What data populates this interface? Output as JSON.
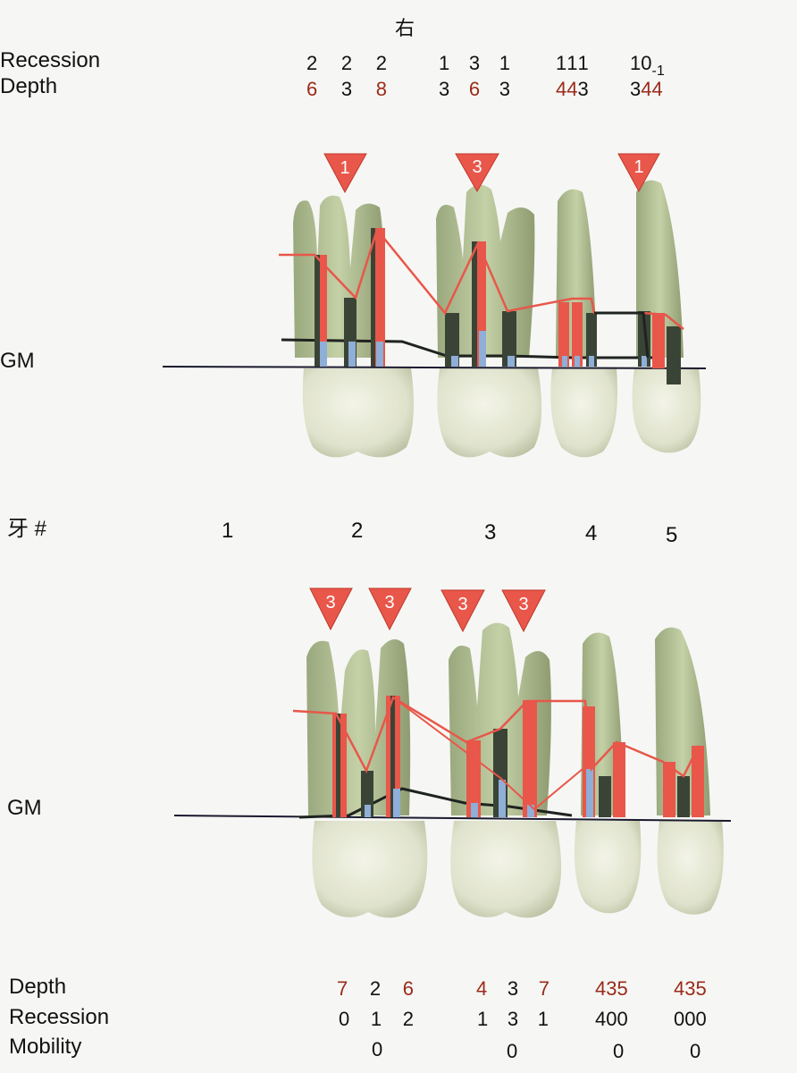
{
  "side_label": "右",
  "upper": {
    "row_labels": {
      "recession": "Recession",
      "depth": "Depth"
    },
    "recession": [
      {
        "vals": [
          "2",
          "2",
          "2"
        ]
      },
      {
        "vals": [
          "1",
          "3",
          "1"
        ]
      },
      {
        "vals": [
          "1",
          "1",
          "1"
        ]
      },
      {
        "vals": [
          "1",
          "0",
          "-1"
        ]
      }
    ],
    "depth": [
      {
        "vals": [
          "6",
          "3",
          "8"
        ],
        "red": [
          true,
          false,
          true
        ]
      },
      {
        "vals": [
          "3",
          "6",
          "3"
        ],
        "red": [
          false,
          true,
          false
        ]
      },
      {
        "vals": [
          "4",
          "4",
          "3"
        ],
        "red": [
          true,
          true,
          false
        ]
      },
      {
        "vals": [
          "3",
          "4",
          "4"
        ],
        "red": [
          false,
          true,
          true
        ]
      }
    ],
    "gm_label": "GM",
    "markers": [
      "1",
      "3",
      "1"
    ]
  },
  "tooth_row": {
    "label": "牙 #",
    "numbers": [
      "1",
      "2",
      "3",
      "4",
      "5"
    ]
  },
  "lower": {
    "gm_label": "GM",
    "markers": [
      "3",
      "3",
      "3",
      "3"
    ],
    "row_labels": {
      "depth": "Depth",
      "recession": "Recession",
      "mobility": "Mobility"
    },
    "depth": [
      {
        "vals": [
          "7",
          "2",
          "6"
        ],
        "red": [
          true,
          false,
          true
        ]
      },
      {
        "vals": [
          "4",
          "3",
          "7"
        ],
        "red": [
          true,
          false,
          true
        ]
      },
      {
        "vals": [
          "4",
          "3",
          "5"
        ],
        "red": [
          true,
          true,
          true
        ]
      },
      {
        "vals": [
          "4",
          "3",
          "5"
        ],
        "red": [
          true,
          true,
          true
        ]
      }
    ],
    "recession": [
      {
        "vals": [
          "0",
          "1",
          "2"
        ]
      },
      {
        "vals": [
          "1",
          "3",
          "1"
        ]
      },
      {
        "vals": [
          "4",
          "0",
          "0"
        ]
      },
      {
        "vals": [
          "0",
          "0",
          "0"
        ]
      }
    ],
    "mobility": [
      "0",
      "0",
      "0",
      "0"
    ]
  },
  "colors": {
    "marker": "#e8574a",
    "probing_bar": "#e8574a",
    "recession_bar": "#3a4436",
    "gingival_bar": "#8faed8",
    "tooth_root": "#b7c49a",
    "tooth_crown": "#e8eadb",
    "gm_line": "#1a1a2e"
  }
}
